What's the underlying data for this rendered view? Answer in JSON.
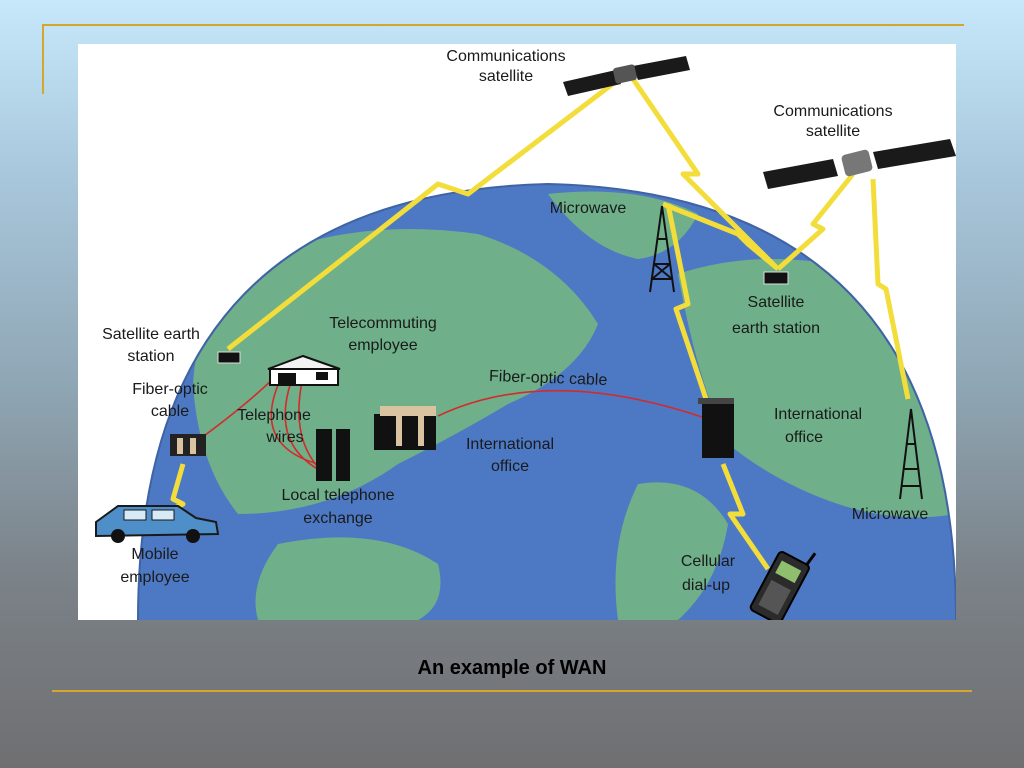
{
  "caption": "An example of WAN",
  "diagram": {
    "labels": {
      "sat1_line1": "Communications",
      "sat1_line2": "satellite",
      "sat2_line1": "Communications",
      "sat2_line2": "satellite",
      "microwave_top": "Microwave",
      "microwave_right": "Microwave",
      "earth_station_left_1": "Satellite earth",
      "earth_station_left_2": "station",
      "earth_station_right_1": "Satellite",
      "earth_station_right_2": "earth station",
      "telecommuting_1": "Telecommuting",
      "telecommuting_2": "employee",
      "fiber_cable_1": "Fiber-optic",
      "fiber_cable_2": "cable",
      "fiber_cable_curved": "Fiber-optic cable",
      "telephone_wires_1": "Telephone",
      "telephone_wires_2": "wires",
      "local_exchange_1": "Local telephone",
      "local_exchange_2": "exchange",
      "intl_office_left_1": "International",
      "intl_office_left_2": "office",
      "intl_office_right_1": "International",
      "intl_office_right_2": "office",
      "mobile_1": "Mobile",
      "mobile_2": "employee",
      "cellular_1": "Cellular",
      "cellular_2": "dial-up"
    }
  },
  "colors": {
    "accent_rule": "#d4a72c",
    "ocean": "#4d79c4",
    "land": "#6fb08a",
    "link_lightning": "#f3dd3a",
    "fiber_cable": "#d22b2b"
  }
}
